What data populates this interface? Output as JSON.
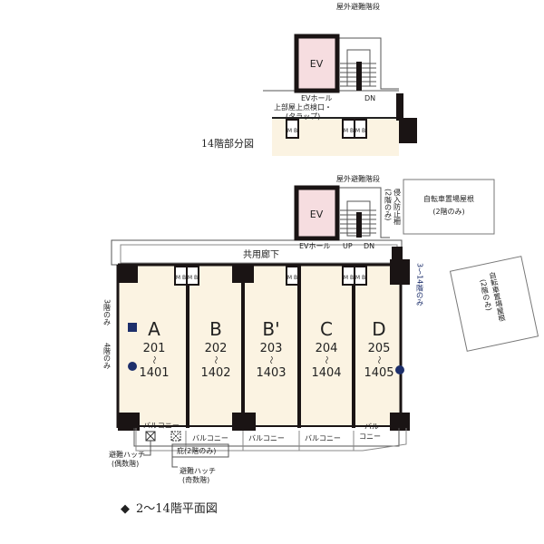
{
  "colors": {
    "unit_fill": "#fbf3e2",
    "ev_fill": "#f6dde0",
    "wall": "#1a1414",
    "accent": "#1d2f6b"
  },
  "partial": {
    "title": "14階部分図",
    "stairs": "屋外避難階段",
    "ev": "EV",
    "ev_hall": "EVホール",
    "hatch": "上部屋上点検口・",
    "hatch2": "(タラップ)",
    "dn": "DN",
    "mb": "M B"
  },
  "main": {
    "title": "2〜14階平面図",
    "stairs": "屋外避難階段",
    "ev": "EV",
    "ev_hall": "EVホール",
    "up": "UP",
    "dn": "DN",
    "corridor": "共用廊下",
    "fence": "侵入防止柵",
    "fence_note": "(2階のみ)",
    "bike_roof": "自転車置場屋根",
    "bike_roof_note": "(2階のみ)",
    "note_3_14": "3〜14階のみ",
    "note_3": "3階のみ",
    "note_4": "4階のみ",
    "mb": "M B",
    "units": [
      {
        "type": "A",
        "from": "201",
        "to": "1401"
      },
      {
        "type": "B",
        "from": "202",
        "to": "1402"
      },
      {
        "type": "B'",
        "from": "203",
        "to": "1403"
      },
      {
        "type": "C",
        "from": "204",
        "to": "1404"
      },
      {
        "type": "D",
        "from": "205",
        "to": "1405"
      }
    ],
    "tilde": "〜",
    "balconies": [
      "バルコニー",
      "バルコニー",
      "バルコニー",
      "バルコニー",
      "バル",
      "コニー"
    ],
    "hatch_even": "避難ハッチ",
    "hatch_even_note": "(偶数階)",
    "eaves": "庇(2階のみ)",
    "hatch_odd": "避難ハッチ",
    "hatch_odd_note": "(奇数階)"
  }
}
